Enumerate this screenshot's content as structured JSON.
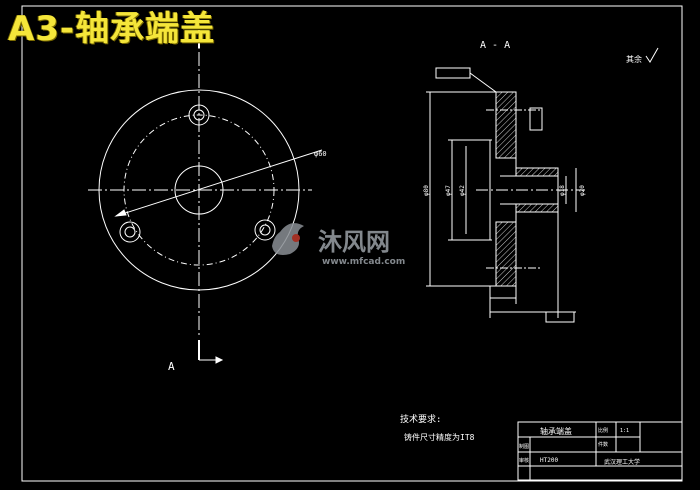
{
  "overlay_title": "A3-轴承端盖",
  "section_label": "A - A",
  "view_label": "A",
  "roughness_note": "其余",
  "tech_req": {
    "heading": "技术要求:",
    "line1": "铸件尺寸精度为IT8"
  },
  "dims": {
    "pcd": "φ60",
    "d80": "φ80",
    "d47": "φ47",
    "d42": "φ42",
    "d20": "φ20",
    "d18": "φ18"
  },
  "title_block": {
    "part_name": "轴承端盖",
    "material": "HT200",
    "scale_label": "比例",
    "scale_value": "1:1",
    "qty_label": "件数",
    "drawn_label": "制图",
    "checked_label": "审核",
    "school": "武汉理工大学"
  },
  "watermark": {
    "brand": "沐风网",
    "url": "www.mfcad.com"
  },
  "colors": {
    "background": "#000000",
    "lines": "#ffffff",
    "accent_title": "#f5e63a",
    "watermark": "#9aa0a6"
  }
}
